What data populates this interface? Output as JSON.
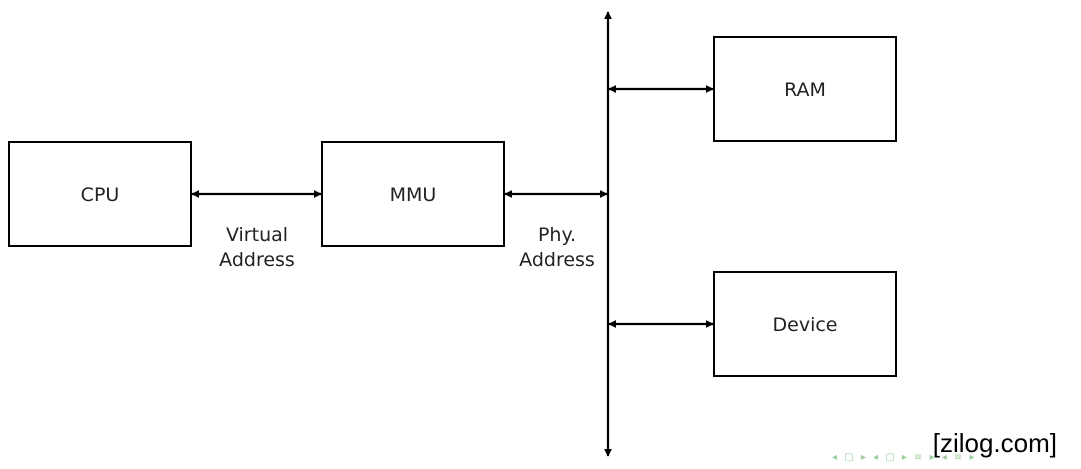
{
  "diagram": {
    "nodes": {
      "cpu": "CPU",
      "mmu": "MMU",
      "ram": "RAM",
      "device": "Device"
    },
    "edge_labels": {
      "virtual_line1": "Virtual",
      "virtual_line2": "Address",
      "phy_line1": "Phy.",
      "phy_line2": "Address"
    }
  },
  "footer": {
    "source": "[zilog.com]",
    "nav_glyphs": "◂ ▢ ▸ ◂ ▢ ▸ ≡ ▸ ◂ ≡ ▸"
  }
}
